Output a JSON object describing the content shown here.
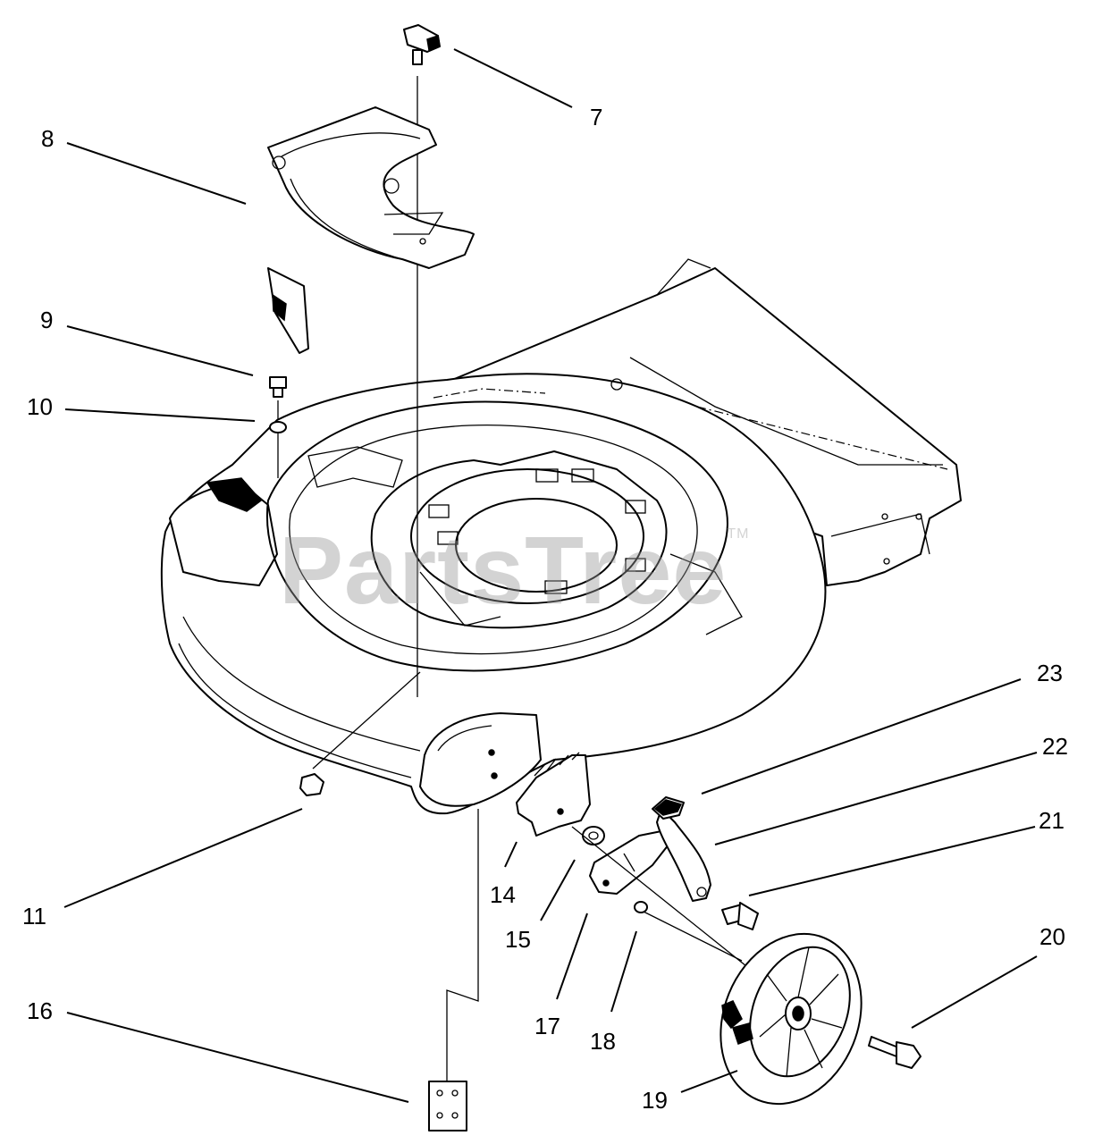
{
  "watermark": {
    "text": "PartsTree",
    "mark": "TM"
  },
  "callouts": [
    {
      "id": "7",
      "label": "7"
    },
    {
      "id": "8",
      "label": "8"
    },
    {
      "id": "9",
      "label": "9"
    },
    {
      "id": "10",
      "label": "10"
    },
    {
      "id": "11",
      "label": "11"
    },
    {
      "id": "14",
      "label": "14"
    },
    {
      "id": "15",
      "label": "15"
    },
    {
      "id": "16",
      "label": "16"
    },
    {
      "id": "17",
      "label": "17"
    },
    {
      "id": "18",
      "label": "18"
    },
    {
      "id": "19",
      "label": "19"
    },
    {
      "id": "20",
      "label": "20"
    },
    {
      "id": "21",
      "label": "21"
    },
    {
      "id": "22",
      "label": "22"
    },
    {
      "id": "23",
      "label": "23"
    }
  ],
  "colors": {
    "ink": "#000000",
    "background": "#ffffff",
    "watermark": "#969696"
  }
}
